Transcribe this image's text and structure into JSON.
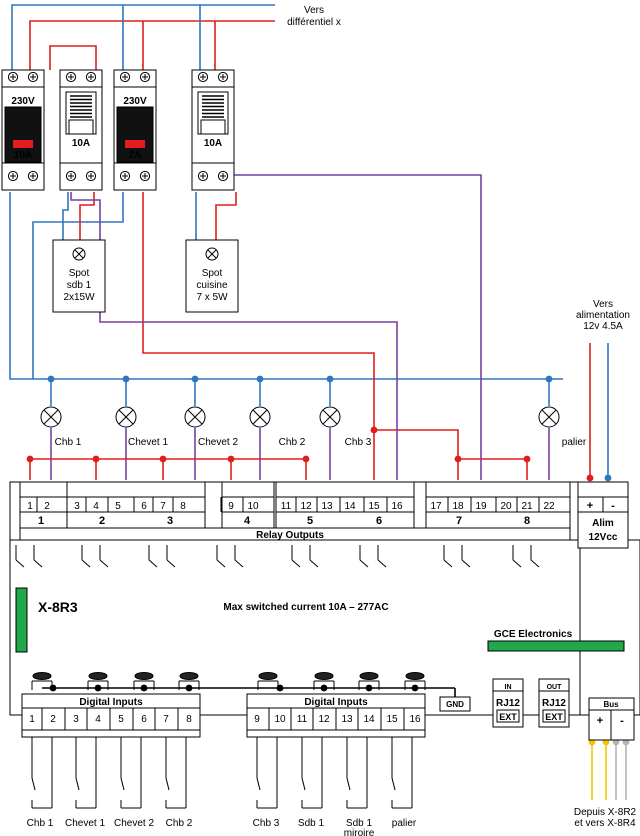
{
  "colors": {
    "blue": "#2f76c0",
    "red": "#e01e1e",
    "purple": "#7a3fa3",
    "green": "#21a84a",
    "yellow": "#f5c400",
    "grey": "#b5b5b5",
    "black": "#000000"
  },
  "top_note": [
    "Vers",
    "différentiel x"
  ],
  "breakers": [
    {
      "rating_top": "230V",
      "rating_bottom": "10A",
      "window": "red"
    },
    {
      "rating_top": "",
      "rating_bottom": "10A",
      "window": "grille"
    },
    {
      "rating_top": "230V",
      "rating_bottom": "2A",
      "window": "red"
    },
    {
      "rating_top": "",
      "rating_bottom": "10A",
      "window": "grille"
    }
  ],
  "spots": [
    {
      "lines": [
        "Spot",
        "sdb 1",
        "2x15W"
      ]
    },
    {
      "lines": [
        "Spot",
        "cuisine",
        "7 x 5W"
      ]
    }
  ],
  "supply_note": [
    "Vers",
    "alimentation",
    "12v 4.5A"
  ],
  "lamps": [
    "Chb 1",
    "Chevet 1",
    "Chevet 2",
    "Chb 2",
    "Chb 3",
    "palier"
  ],
  "relay_terminals": [
    "1",
    "2",
    "3",
    "4",
    "5",
    "6",
    "7",
    "8",
    "9",
    "10",
    "11",
    "12",
    "13",
    "14",
    "15",
    "16",
    "17",
    "18",
    "19",
    "20",
    "21",
    "22"
  ],
  "relay_groups": [
    "1",
    "2",
    "3",
    "4",
    "5",
    "6",
    "7",
    "8"
  ],
  "relay_outputs_label": "Relay Outputs",
  "alim": {
    "plus": "+",
    "minus": "-",
    "label": [
      "Alim",
      "12Vcc"
    ]
  },
  "module_name": "X-8R3",
  "max_current": "Max switched current 10A – 277AC",
  "brand": "GCE Electronics",
  "digital_inputs_label": "Digital Inputs",
  "input_terminals_a": [
    "1",
    "2",
    "3",
    "4",
    "5",
    "6",
    "7",
    "8"
  ],
  "input_terminals_b": [
    "9",
    "10",
    "11",
    "12",
    "13",
    "14",
    "15",
    "16"
  ],
  "gnd": "GND",
  "rj_in": {
    "tag": "IN",
    "name": "RJ12",
    "sub": "EXT"
  },
  "rj_out": {
    "tag": "OUT",
    "name": "RJ12",
    "sub": "EXT"
  },
  "bus": {
    "label": "Bus",
    "plus": "+",
    "minus": "-"
  },
  "switches": [
    {
      "lines": [
        "Chb 1"
      ]
    },
    {
      "lines": [
        "Chevet 1"
      ]
    },
    {
      "lines": [
        "Chevet 2"
      ]
    },
    {
      "lines": [
        "Chb 2"
      ]
    },
    {
      "lines": [
        "Chb 3"
      ]
    },
    {
      "lines": [
        "Sdb 1"
      ]
    },
    {
      "lines": [
        "Sdb 1",
        "miroire"
      ]
    },
    {
      "lines": [
        "palier"
      ]
    }
  ],
  "bus_note": [
    "Depuis X-8R2",
    "et vers X-8R4"
  ]
}
